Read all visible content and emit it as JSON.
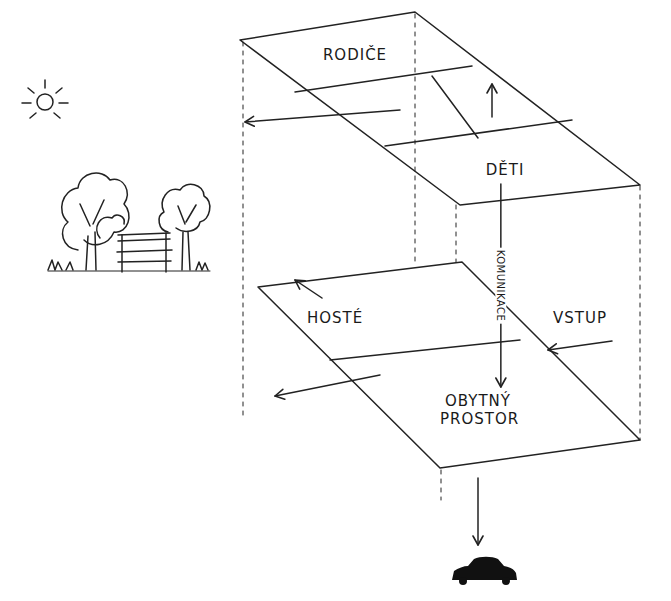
{
  "diagram": {
    "nodes": [
      {
        "text": [
          "RODIČE"
        ]
      },
      {
        "text": [
          "DĚTI"
        ]
      },
      {
        "text": [
          "HOSTÉ"
        ]
      },
      {
        "text": [
          "OBYTNÝ PROSTOR"
        ]
      }
    ],
    "edges": [
      {
        "from": 1,
        "to": 3,
        "label": "KOMUNIKACE",
        "arrow": "to"
      }
    ],
    "labels": [
      "VSTUP"
    ]
  }
}
